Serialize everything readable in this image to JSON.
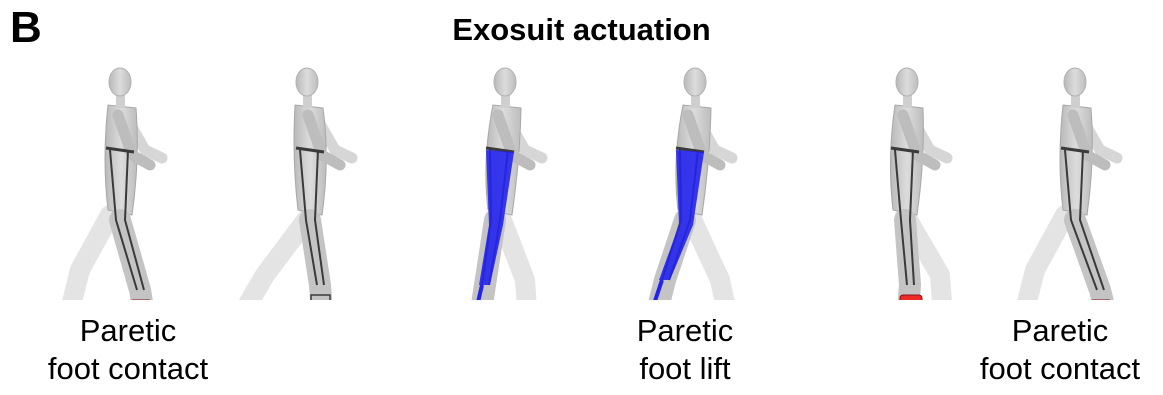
{
  "panel_label": "B",
  "title": "Exosuit actuation",
  "colors": {
    "body": "#c8c8c8",
    "suit_outline": "#3a3a3a",
    "actuation_red": "#ee2b24",
    "actuation_blue": "#2323ee"
  },
  "phases": [
    {
      "actuation": "red"
    },
    {
      "actuation": "none"
    },
    {
      "actuation": "blue"
    },
    {
      "actuation": "blue"
    },
    {
      "actuation": "red"
    },
    {
      "actuation": "red"
    }
  ],
  "captions": [
    {
      "line1": "Paretic",
      "line2": "foot contact"
    },
    {
      "line1": "Paretic",
      "line2": "foot lift"
    },
    {
      "line1": "Paretic",
      "line2": "foot contact"
    }
  ]
}
